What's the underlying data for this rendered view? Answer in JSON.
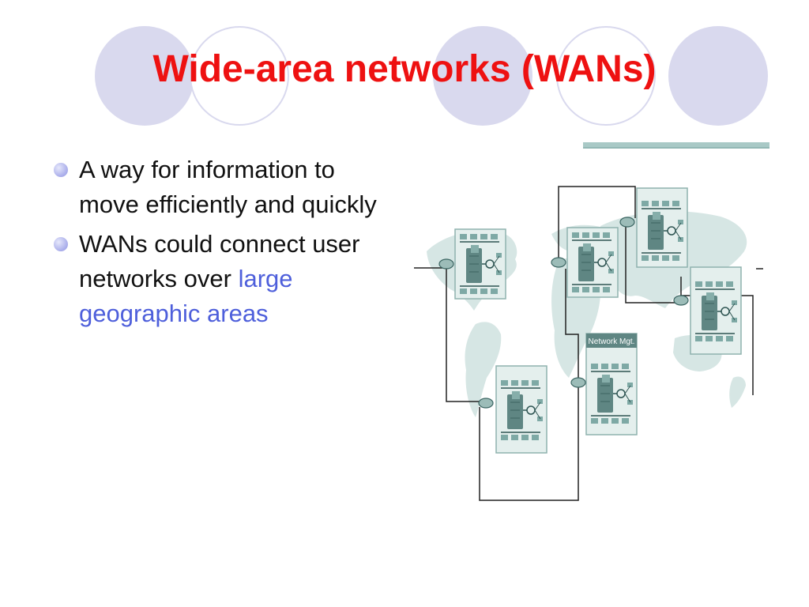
{
  "slide": {
    "title": "Wide-area networks (WANs)",
    "bullets": [
      {
        "text": "A way for information to move efficiently and quickly",
        "highlight": ""
      },
      {
        "text": "WANs could connect user networks over",
        "highlight": "large geographic areas"
      }
    ]
  },
  "diagram": {
    "site_label": "Network Mgt."
  },
  "colors": {
    "title": "#ee1111",
    "highlight": "#4e5fdb",
    "decoration": "#d9d9ee",
    "map": "#d6e6e4",
    "site_panel": "#e4efed"
  },
  "icons": [
    "bullet-dot-icon",
    "router-icon",
    "server-icon",
    "workstation-icon"
  ]
}
